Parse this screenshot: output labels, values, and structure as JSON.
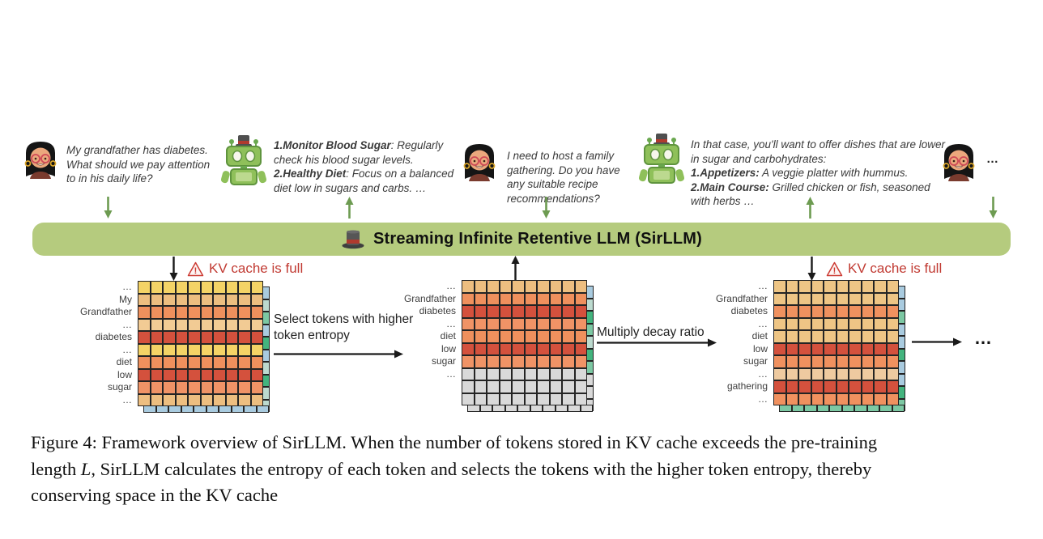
{
  "conversation": {
    "messages": [
      {
        "speaker": "user",
        "segments": [
          {
            "text": "My grandfather has diabetes. What should we pay attention to in his daily life?"
          }
        ]
      },
      {
        "speaker": "bot",
        "segments": [
          {
            "text": "1.Monitor Blood Sugar",
            "bold": true
          },
          {
            "text": ": Regularly check his blood sugar levels."
          },
          {
            "text": "2.Healthy Diet",
            "bold": true,
            "break": true
          },
          {
            "text": ": Focus on a balanced diet low in sugars and carbs. …"
          }
        ]
      },
      {
        "speaker": "user",
        "segments": [
          {
            "text": "I need to host a family gathering. Do you have any suitable recipe recommendations?"
          }
        ]
      },
      {
        "speaker": "bot",
        "segments": [
          {
            "text": "In that case, you'll want to offer dishes that are lower in sugar and carbohydrates:"
          },
          {
            "text": "1.Appetizers:",
            "bold": true,
            "break": true
          },
          {
            "text": " A veggie platter with hummus."
          },
          {
            "text": "2.Main Course:",
            "bold": true,
            "break": true
          },
          {
            "text": " Grilled chicken or fish, seasoned with herbs …"
          }
        ]
      },
      {
        "speaker": "user",
        "segments": [
          {
            "text": "…"
          }
        ]
      }
    ],
    "continuation_dots": "…"
  },
  "banner": {
    "title": "Streaming Infinite Retentive LLM (SirLLM)",
    "color": "#b5cb7e",
    "hat_icon": "top-hat"
  },
  "kv_warning": {
    "label": "KV cache is full",
    "color": "#c13a32",
    "icon": "warning-triangle"
  },
  "process": {
    "select_label": "Select tokens with higher token entropy",
    "decay_label": "Multiply decay ratio",
    "continue_dots": "…"
  },
  "grids": [
    {
      "name": "kv-cache-full-1",
      "labels": [
        "…",
        "My",
        "Grandfather",
        "…",
        "diabetes",
        "…",
        "diet",
        "low",
        "sugar",
        "…"
      ],
      "cols": 10,
      "row_colors": [
        "#f4d366",
        "#edbe80",
        "#ef905d",
        "#f2cb94",
        "#d4513d",
        "#f4d366",
        "#ef905d",
        "#d4513d",
        "#f09366",
        "#edbe80"
      ],
      "side_colors": [
        "#a9cbdf",
        "#bcdacf",
        "#7cc8a3",
        "#a9cbdf",
        "#43b47e",
        "#a9cbdf",
        "#bcdacf",
        "#43b47e",
        "#bcdacf",
        "#bcdacf"
      ],
      "bottom_color": "#a9cbdf"
    },
    {
      "name": "kv-cache-after-eviction",
      "labels": [
        "…",
        "Grandfather",
        "diabetes",
        "…",
        "diet",
        "low",
        "sugar",
        "…",
        "",
        ""
      ],
      "cols": 10,
      "row_colors": [
        "#edbe80",
        "#ef905d",
        "#d4513d",
        "#f09366",
        "#ef905d",
        "#d4513d",
        "#f09366",
        "#d9d9d9",
        "#d9d9d9",
        "#d9d9d9"
      ],
      "side_colors": [
        "#a9cbdf",
        "#bcdacf",
        "#43b47e",
        "#7cc8a3",
        "#bcdacf",
        "#43b47e",
        "#7cc8a3",
        "#d9d9d9",
        "#d9d9d9",
        "#d9d9d9"
      ],
      "bottom_color": "#d9d9d9"
    },
    {
      "name": "kv-cache-full-2",
      "labels": [
        "…",
        "Grandfather",
        "diabetes",
        "…",
        "diet",
        "low",
        "sugar",
        "…",
        "gathering",
        "…"
      ],
      "cols": 10,
      "row_colors": [
        "#eec585",
        "#eec585",
        "#f0915f",
        "#eec585",
        "#eec585",
        "#d4513d",
        "#f0915f",
        "#eecaa0",
        "#d4513d",
        "#f0915f"
      ],
      "side_colors": [
        "#a9cbdf",
        "#a9cbdf",
        "#7cc8a3",
        "#a9cbdf",
        "#a9cbdf",
        "#43b47e",
        "#a9cbdf",
        "#a9cbdf",
        "#43b47e",
        "#7cc8a3"
      ],
      "bottom_color": "#7cc8a3"
    }
  ],
  "caption": {
    "line1": "Figure 4: Framework overview of SirLLM. When the number of tokens stored in KV cache exceeds the pre-training",
    "line2_pre": "length ",
    "line2_var": "L",
    "line2_post": ", SirLLM calculates the entropy of each token and selects the tokens with the higher token entropy, thereby",
    "line3": "conserving space in the KV cache"
  }
}
